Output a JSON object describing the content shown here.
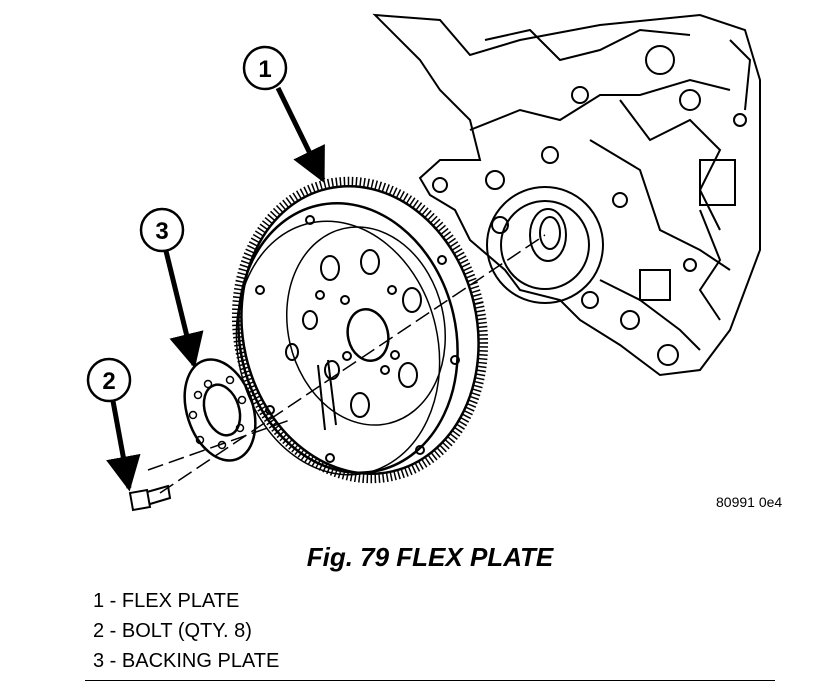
{
  "figure": {
    "id": "80991 0e4",
    "caption": "Fig. 79 FLEX PLATE"
  },
  "callouts": [
    "1",
    "2",
    "3"
  ],
  "legend": [
    "1 - FLEX PLATE",
    "2 - BOLT (QTY. 8)",
    "3 - BACKING PLATE"
  ]
}
